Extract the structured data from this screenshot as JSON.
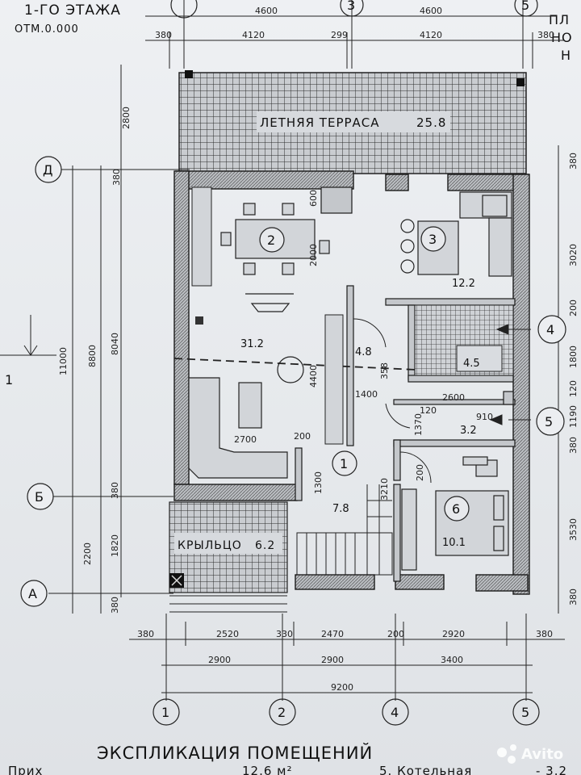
{
  "header": {
    "title_left": "1-ГО ЭТАЖА",
    "subtitle_left": "ОТМ.0.000",
    "right_fragment_1": "ПЛ",
    "right_fragment_2": "НО",
    "right_fragment_3": "Н"
  },
  "rooms": {
    "terrace": "ЛЕТНЯЯ  ТЕРРАСА",
    "terrace_area": "25.8",
    "porch": "КРЫЛЬЦО",
    "porch_area": "6.2",
    "r2": "2",
    "r3": "3",
    "r1": "1",
    "r4": "4",
    "r5": "5",
    "r6": "6",
    "area_living": "31.2",
    "area_kitchen": "12.2",
    "area_hall": "4.8",
    "area_boiler_big": "4.5",
    "area_boiler_small": "3.2",
    "area_entry": "7.8",
    "area_bedroom": "10.1"
  },
  "axes": {
    "top": [
      "3",
      "5"
    ],
    "bottom": [
      "1",
      "2",
      "4",
      "5"
    ],
    "left": [
      "Д",
      "Б",
      "А"
    ],
    "right": [
      "4",
      "5"
    ],
    "section": "1"
  },
  "dims_top": {
    "row1": [
      "4600",
      "4600"
    ],
    "row2": [
      "380",
      "4120",
      "299",
      "4120",
      "380"
    ]
  },
  "dims_bottom": {
    "row1": [
      "380",
      "2520",
      "330",
      "2470",
      "200",
      "2920",
      "380"
    ],
    "row2": [
      "2900",
      "2900",
      "3400"
    ],
    "row3": [
      "9200"
    ]
  },
  "dims_left": [
    "11000",
    "8800",
    "8040",
    "2800",
    "380",
    "2200",
    "1820",
    "380",
    "380"
  ],
  "dims_right": [
    "380",
    "3020",
    "200",
    "1800",
    "120",
    "1190",
    "380",
    "3530",
    "380"
  ],
  "dims_inner": [
    "600",
    "2000",
    "4400",
    "358",
    "1400",
    "2600",
    "120",
    "910",
    "1370",
    "2700",
    "200",
    "1300",
    "3210",
    "200"
  ],
  "explication": {
    "title": "ЭКСПЛИКАЦИЯ  ПОМЕЩЕНИЙ",
    "row_left": "Прих",
    "row_left_value": "12.6 м²",
    "row_right": "5. Котельная",
    "row_right_value": "- 3.2"
  },
  "watermark": "Avito",
  "colors": {
    "ink": "#1b1b1b",
    "paper": "#eceef1",
    "hatch": "#3a3a3a"
  }
}
